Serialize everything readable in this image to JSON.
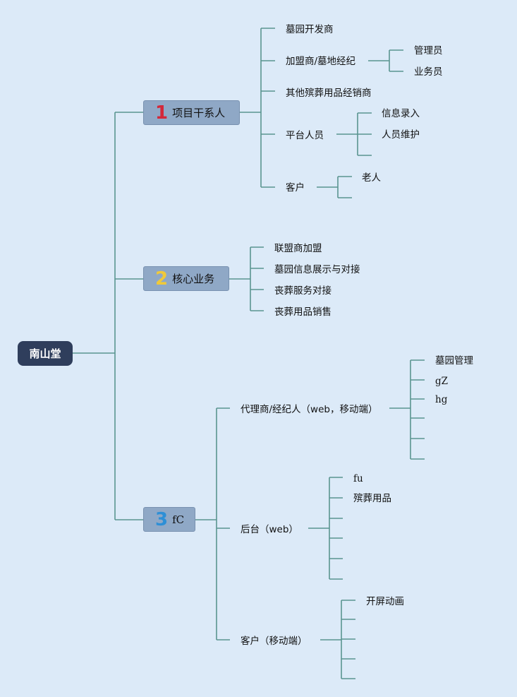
{
  "root": "南山堂",
  "colors": {
    "link": "#5a9490",
    "background": "#dceaf8"
  },
  "branches": [
    {
      "num": "1",
      "label": "项目干系人",
      "num_color": "#d3283a",
      "children": [
        {
          "label": "墓园开发商"
        },
        {
          "label": "加盟商/墓地经纪",
          "children": [
            "管理员",
            "业务员"
          ]
        },
        {
          "label": "其他殡葬用品经销商"
        },
        {
          "label": "平台人员",
          "children": [
            "信息录入",
            "人员维护",
            ""
          ]
        },
        {
          "label": "客户",
          "children": [
            "老人",
            ""
          ]
        }
      ]
    },
    {
      "num": "2",
      "label": "核心业务",
      "num_color": "#f0c93a",
      "children": [
        {
          "label": "联盟商加盟"
        },
        {
          "label": "墓园信息展示与对接"
        },
        {
          "label": "丧葬服务对接"
        },
        {
          "label": "丧葬用品销售"
        }
      ]
    },
    {
      "num": "3",
      "label": "fC",
      "num_color": "#2e8fd6",
      "children": [
        {
          "label": "代理商/经纪人（web，移动端）",
          "children": [
            "墓园管理",
            "gZ",
            "hg",
            "",
            "",
            ""
          ]
        },
        {
          "label": "后台（web）",
          "children": [
            "fu",
            "殡葬用品",
            "",
            "",
            "",
            ""
          ]
        },
        {
          "label": "客户（移动端）",
          "children": [
            "开屏动画",
            "",
            "",
            "",
            ""
          ]
        }
      ]
    }
  ]
}
